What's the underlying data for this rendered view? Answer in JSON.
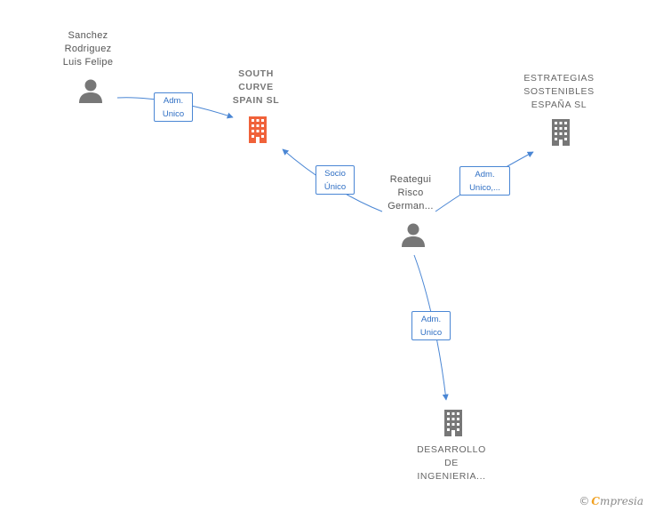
{
  "colors": {
    "edge": "#4a86d4",
    "person_icon": "#777777",
    "company_icon": "#777777",
    "focus_company_icon": "#f0623a"
  },
  "nodes": {
    "sanchez": {
      "type": "person",
      "icon": "person-icon",
      "lines": [
        "Sanchez",
        "Rodriguez",
        "Luis Felipe"
      ]
    },
    "south_curve": {
      "type": "company",
      "focus": true,
      "icon": "building-icon",
      "lines": [
        "SOUTH",
        "CURVE",
        "SPAIN  SL"
      ]
    },
    "estrategias": {
      "type": "company",
      "icon": "building-icon",
      "lines": [
        "ESTRATEGIAS",
        "SOSTENIBLES",
        "ESPAÑA  SL"
      ]
    },
    "reategui": {
      "type": "person",
      "icon": "person-icon",
      "lines": [
        "Reategui",
        "Risco",
        "German..."
      ]
    },
    "desarrollo": {
      "type": "company",
      "icon": "building-icon",
      "lines": [
        "DESARROLLO",
        "DE",
        "INGENIERIA..."
      ]
    }
  },
  "edges": [
    {
      "from": "sanchez",
      "to": "south_curve",
      "lines": [
        "Adm.",
        "Unico"
      ]
    },
    {
      "from": "reategui",
      "to": "south_curve",
      "lines": [
        "Socio",
        "Único"
      ]
    },
    {
      "from": "reategui",
      "to": "estrategias",
      "lines": [
        "Adm.",
        "Unico,..."
      ]
    },
    {
      "from": "reategui",
      "to": "desarrollo",
      "lines": [
        "Adm.",
        "Unico"
      ]
    }
  ],
  "brand": {
    "copyright": "©",
    "initial": "C",
    "name": "mpresia"
  }
}
